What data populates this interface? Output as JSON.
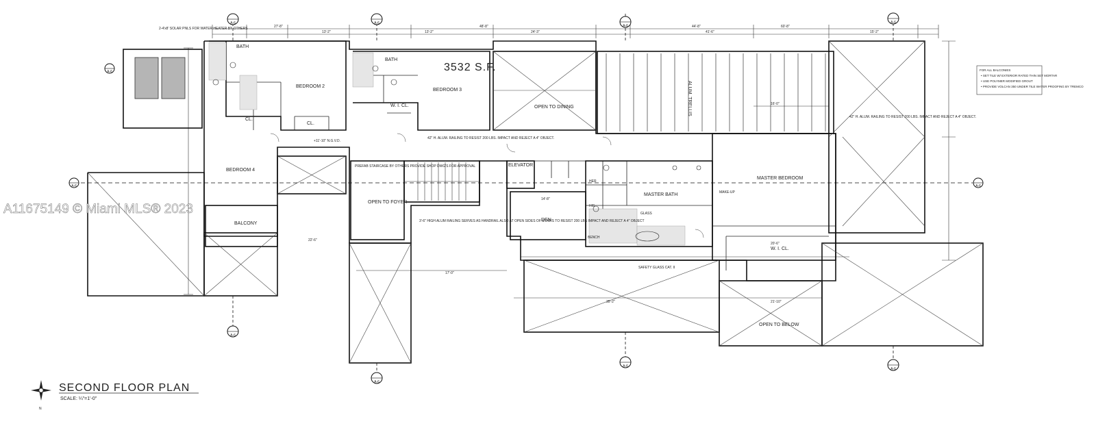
{
  "plan": {
    "title": "SECOND FLOOR PLAN",
    "scale": "SCALE: ¼\"=1'-0\"",
    "north": "N",
    "area": "3532 S.F.",
    "watermark": "A11675149 © Miami MLS® 2023"
  },
  "rooms": {
    "bath_1": "BATH",
    "bath_2": "BATH",
    "bedroom_2": "BEDROOM 2",
    "bedroom_3": "BEDROOM 3",
    "bedroom_4": "BEDROOM 4",
    "open_to_dining": "OPEN TO DINING",
    "master_bedroom": "MASTER BEDROOM",
    "master_bath": "MASTER BATH",
    "elevator": "ELEVATOR",
    "den": "DEN",
    "balcony": "BALCONY",
    "open_to_foyer": "OPEN TO FOYER",
    "open_to_below": "OPEN TO BELOW",
    "wic": "W. I. CL.",
    "wic_master": "W. I. CL.",
    "cl_1": "CL.",
    "cl_2": "CL.",
    "her": "HER",
    "his": "HIS",
    "glass": "GLASS",
    "make_up": "MAKE-UP",
    "bench": "BENCH",
    "alum_trellis": "ALUM. TRELLIS"
  },
  "annotations": {
    "solar": "2-4'x8' SOLAR PNLS FOR WATER HEATER BY OTHERS",
    "railing_1": "42\" H. ALUM. RAILING TO RESIST 200 LBS. IMPACT AND REJECT A 4\" OBJECT.",
    "railing_2": "42\" H. ALUM. RAILING TO RESIST 200 LBS. IMPACT AND REJECT A 4\" OBJECT.",
    "staircase": "PREFAB STAIRCASE BY OTHERS PROVIDE SHOP DWG'S FOR APPROVAL",
    "railing_3": "3'-6\" HIGH ALUM RAILING SERVES AS HANDRAIL ALSO AT OPEN SIDES OF STAIRS TO RESIST 200 LBS IMPACT AND REJECT A 4\" OBJECT",
    "elevation": "+11'-10\" N.G.V.D.",
    "safety_glass": "SAFETY GLASS CAT. II",
    "notes_title": "FOR ALL BALCONIES",
    "note_1": "• SET TILE W/ EXTERIOR RATED THIN SET MORTAR",
    "note_2": "• USE POLYMER MODIFIED GROUT",
    "note_3": "• PROVIDE VOLCAN 350 UNDER TILE WATER PROOFING BY TREMCO"
  },
  "dimensions": {
    "d1": "27'-8\"",
    "d2": "48'-8\"",
    "d3": "44'-8\"",
    "d4": "60'-8\"",
    "d5": "13'-2\"",
    "d6": "13'-2\"",
    "d7": "24'-3\"",
    "d8": "41'-6\"",
    "d9": "15'-2\"",
    "d10": "16'-0\"",
    "d11": "14'-8\"",
    "d12": "22'-6\"",
    "d13": "20'-6\"",
    "d14": "21'-10\"",
    "d15": "35'-2\"",
    "d16": "17'-0\""
  },
  "section_markers": [
    "A-6",
    "A-6",
    "A-6",
    "A-6",
    "A-6",
    "A-6",
    "A-6",
    "A-6",
    "A-6",
    "A-6",
    "A-6"
  ]
}
